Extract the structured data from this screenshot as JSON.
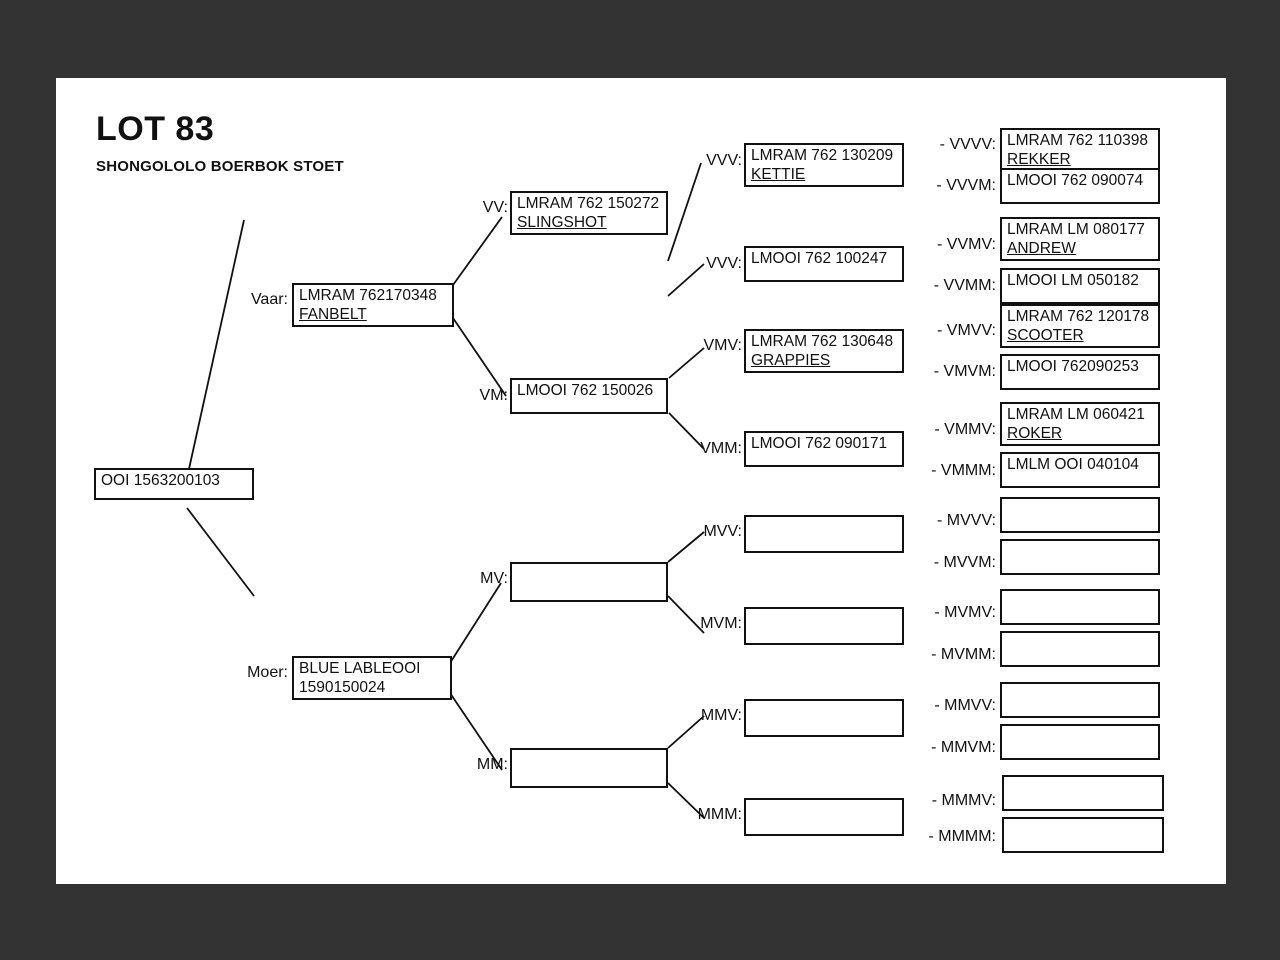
{
  "header": {
    "title": "LOT 83",
    "subtitle": "SHONGOLOLO BOERBOK STOET"
  },
  "colors": {
    "background": "#333333",
    "page": "#ffffff",
    "ink": "#111111"
  },
  "root": {
    "label": "",
    "line1": "OOI 1563200103",
    "line2": ""
  },
  "gen1": [
    {
      "label": "Vaar:",
      "line1": "LMRAM 762170348",
      "line2": "FANBELT"
    },
    {
      "label": "Moer:",
      "line1": "BLUE LABLEOOI",
      "line2": "1590150024"
    }
  ],
  "gen2": [
    {
      "label": "VV:",
      "line1": "LMRAM 762 150272",
      "line2": "SLINGSHOT"
    },
    {
      "label": "VM:",
      "line1": "LMOOI 762 150026",
      "line2": ""
    },
    {
      "label": "MV:",
      "line1": "",
      "line2": ""
    },
    {
      "label": "MM:",
      "line1": "",
      "line2": ""
    }
  ],
  "gen3": [
    {
      "label": "VVV:",
      "line1": "LMRAM 762 130209",
      "line2": "KETTIE"
    },
    {
      "label": "VVV:",
      "line1": "LMOOI 762 100247",
      "line2": ""
    },
    {
      "label": "VMV:",
      "line1": "LMRAM 762 130648",
      "line2": "GRAPPIES"
    },
    {
      "label": "VMM:",
      "line1": "LMOOI 762 090171",
      "line2": ""
    },
    {
      "label": "MVV:",
      "line1": "",
      "line2": ""
    },
    {
      "label": "MVM:",
      "line1": "",
      "line2": ""
    },
    {
      "label": "MMV:",
      "line1": "",
      "line2": ""
    },
    {
      "label": "MMM:",
      "line1": "",
      "line2": ""
    }
  ],
  "gen4": [
    {
      "label": "VVVV:",
      "line1": "LMRAM 762 110398",
      "line2": "REKKER"
    },
    {
      "label": "VVVM:",
      "line1": "LMOOI 762 090074",
      "line2": ""
    },
    {
      "label": "VVMV:",
      "line1": "LMRAM LM 080177",
      "line2": "ANDREW"
    },
    {
      "label": "VVMM:",
      "line1": "LMOOI LM 050182",
      "line2": ""
    },
    {
      "label": "VMVV:",
      "line1": "LMRAM 762 120178",
      "line2": "SCOOTER"
    },
    {
      "label": "VMVM:",
      "line1": "LMOOI 762090253",
      "line2": ""
    },
    {
      "label": "VMMV:",
      "line1": "LMRAM LM 060421",
      "line2": "ROKER"
    },
    {
      "label": "VMMM:",
      "line1": "LMLM OOI 040104",
      "line2": ""
    },
    {
      "label": "MVVV:",
      "line1": "",
      "line2": ""
    },
    {
      "label": "MVVM:",
      "line1": "",
      "line2": ""
    },
    {
      "label": "MVMV:",
      "line1": "",
      "line2": ""
    },
    {
      "label": "MVMM:",
      "line1": "",
      "line2": ""
    },
    {
      "label": "MMVV:",
      "line1": "",
      "line2": ""
    },
    {
      "label": "MMVM:",
      "line1": "",
      "line2": ""
    },
    {
      "label": "MMMV:",
      "line1": "",
      "line2": ""
    },
    {
      "label": "MMMM:",
      "line1": "",
      "line2": ""
    }
  ]
}
